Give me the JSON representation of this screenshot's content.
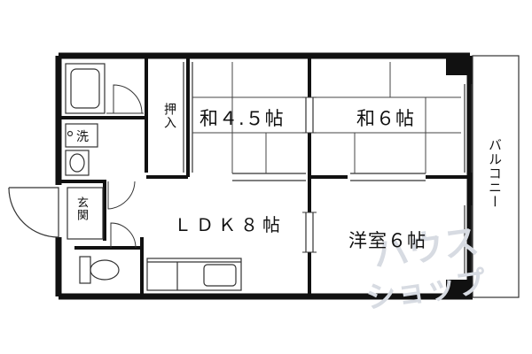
{
  "rooms": {
    "washitsu_45": "和４.５帖",
    "washitsu_6": "和６帖",
    "ldk": "ＬＤＫ８帖",
    "yoshitsu": "洋室６帖",
    "oshiire": "押入",
    "genkan": "玄関",
    "balcony": "バルコニー",
    "washer": "洗"
  },
  "watermark": {
    "line1": "ハウス",
    "line2": "ショップ"
  },
  "colors": {
    "wall": "#111111",
    "line": "#444444",
    "watermark": "#d7dbe2"
  }
}
